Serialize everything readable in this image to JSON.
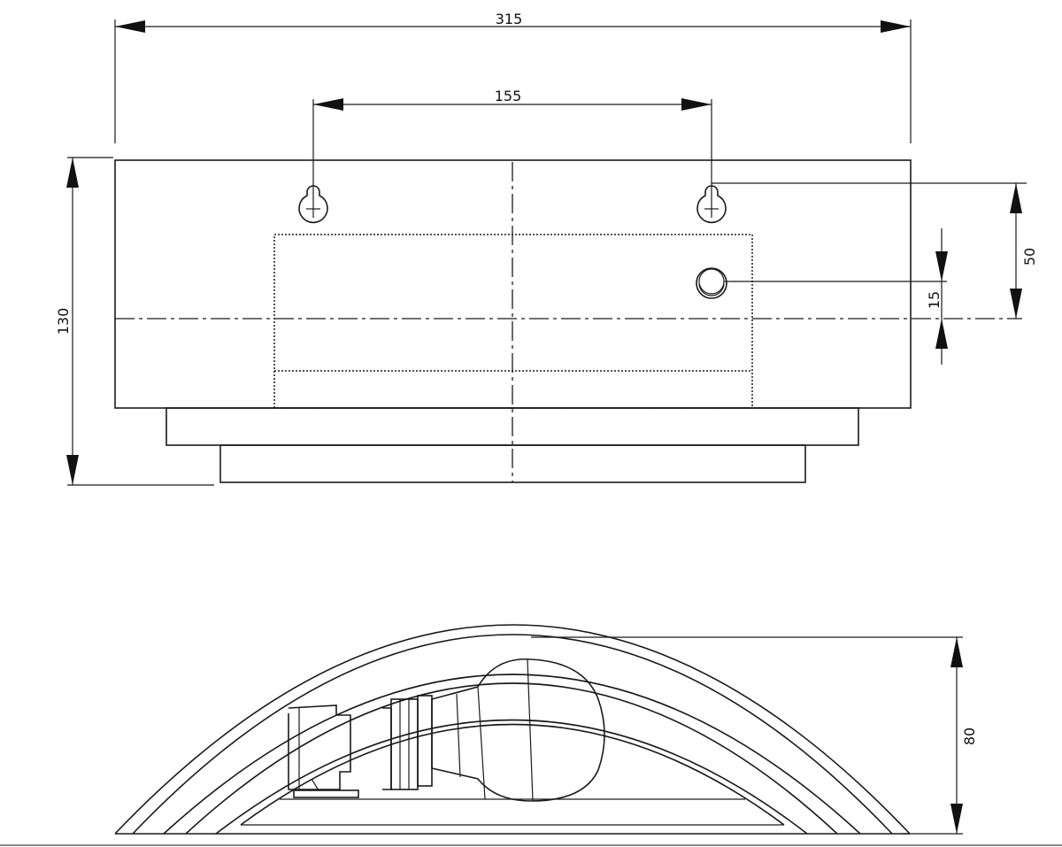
{
  "drawing": {
    "dimensions": {
      "overall_width": "315",
      "hole_spacing": "155",
      "overall_height": "130",
      "hole_to_center": "50",
      "cable_offset": "15",
      "profile_height": "80"
    },
    "colors": {
      "line": "#1a1a1a",
      "background": "#ffffff"
    }
  }
}
